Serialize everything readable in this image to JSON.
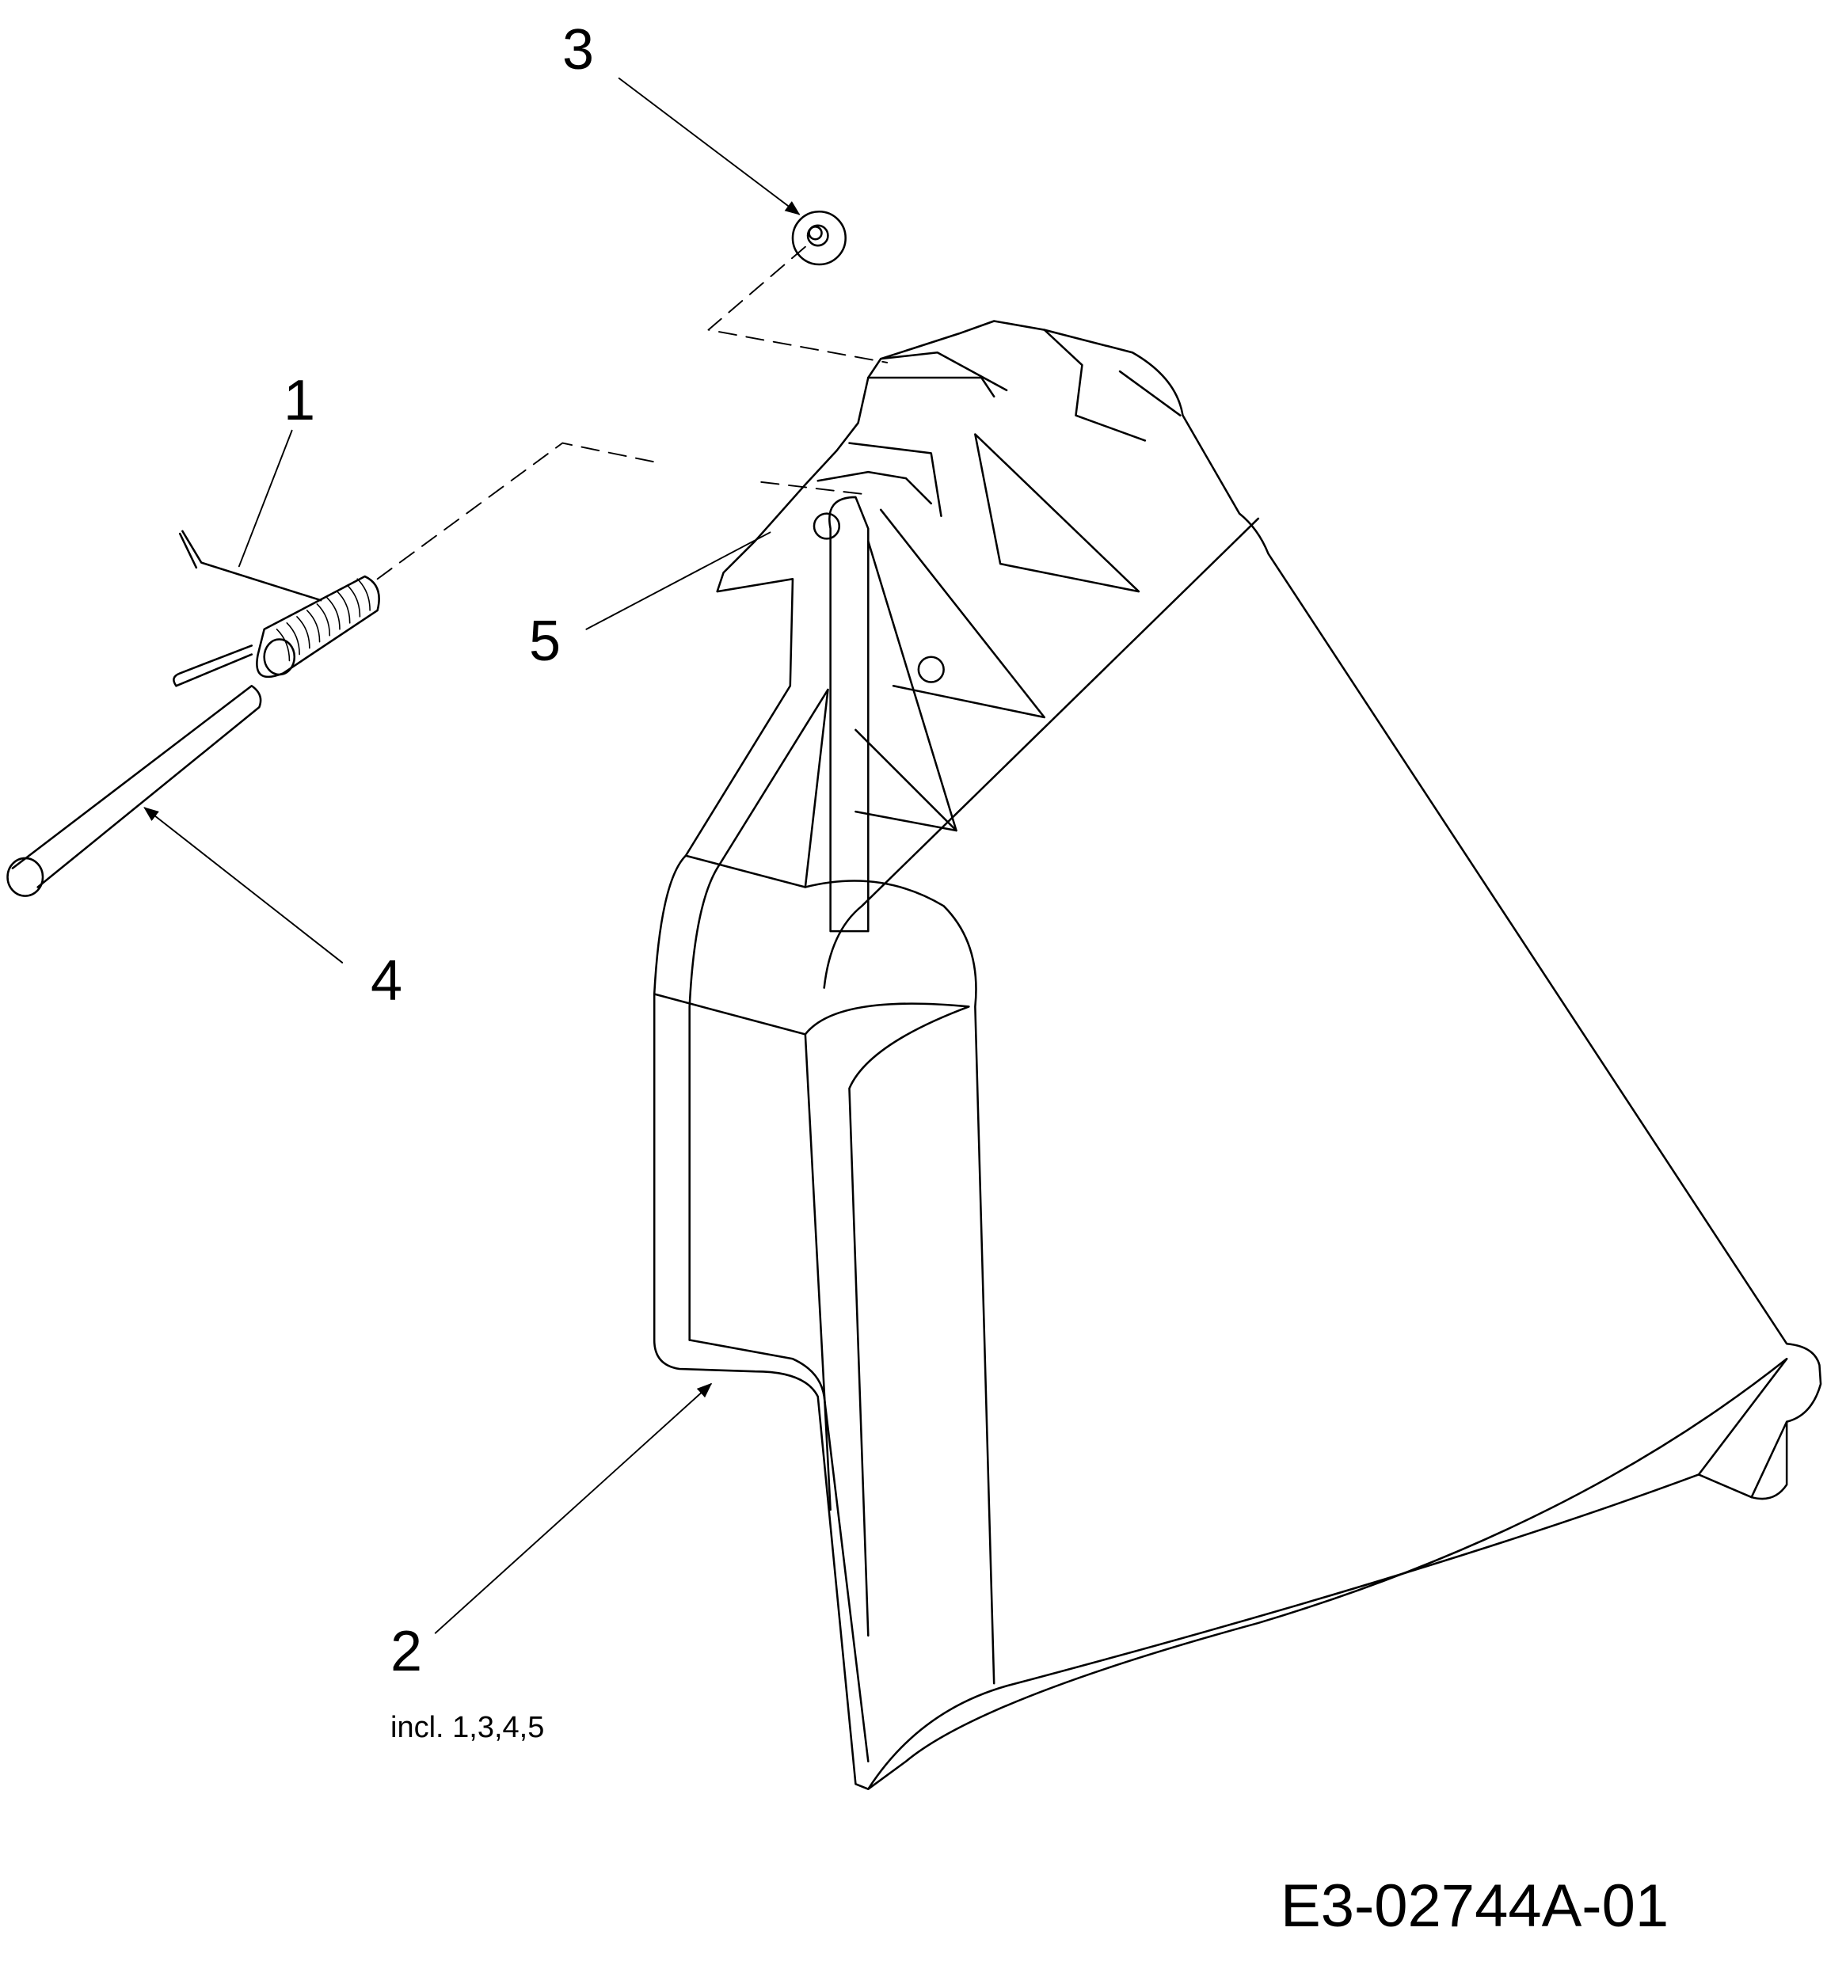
{
  "callouts": {
    "c1": "1",
    "c2": "2",
    "c3": "3",
    "c4": "4",
    "c5": "5"
  },
  "note": "incl. 1,3,4,5",
  "drawing_code": "E3-02744A-01"
}
